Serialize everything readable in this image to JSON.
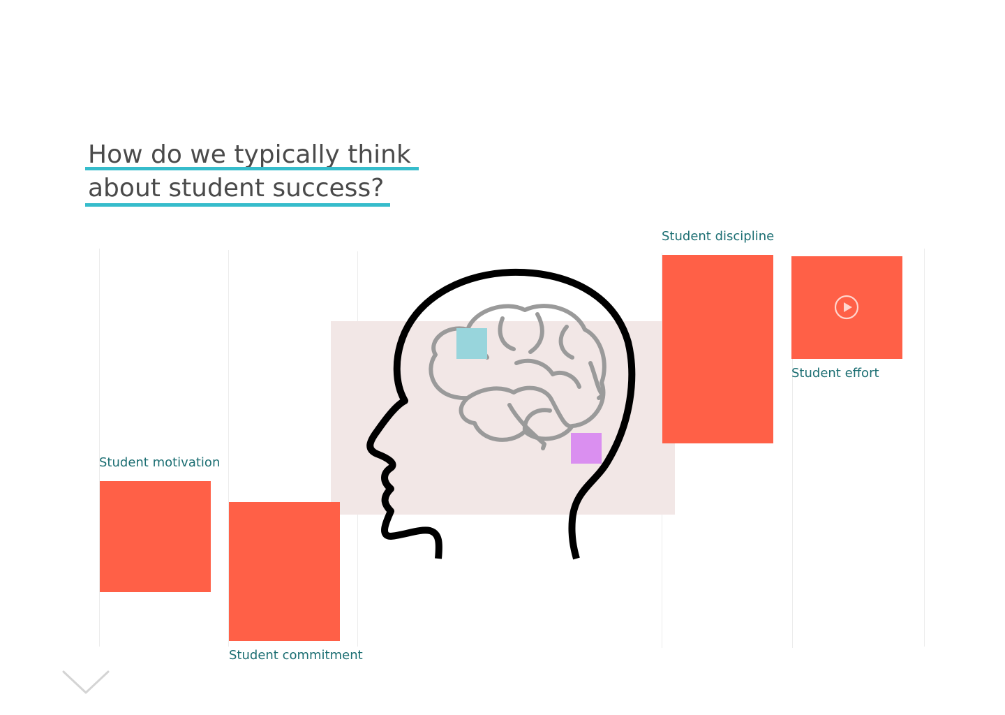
{
  "title": {
    "line1": "How do we typically think",
    "line2": "about student success?"
  },
  "cards": [
    {
      "label": "Student motivation"
    },
    {
      "label": "Student commitment"
    },
    {
      "label": "Student discipline"
    },
    {
      "label": "Student effort"
    }
  ],
  "colors": {
    "accent_underline": "#36bccb",
    "card": "#ff6047",
    "label": "#1b6e72",
    "head_backdrop": "#f2e7e6",
    "sticky_teal": "#98d5dc",
    "sticky_purple": "#da8ff0"
  },
  "icons": {
    "illustration": "human-head-with-brain",
    "play": "play-circle-icon",
    "scroll": "chevron-down-icon"
  }
}
